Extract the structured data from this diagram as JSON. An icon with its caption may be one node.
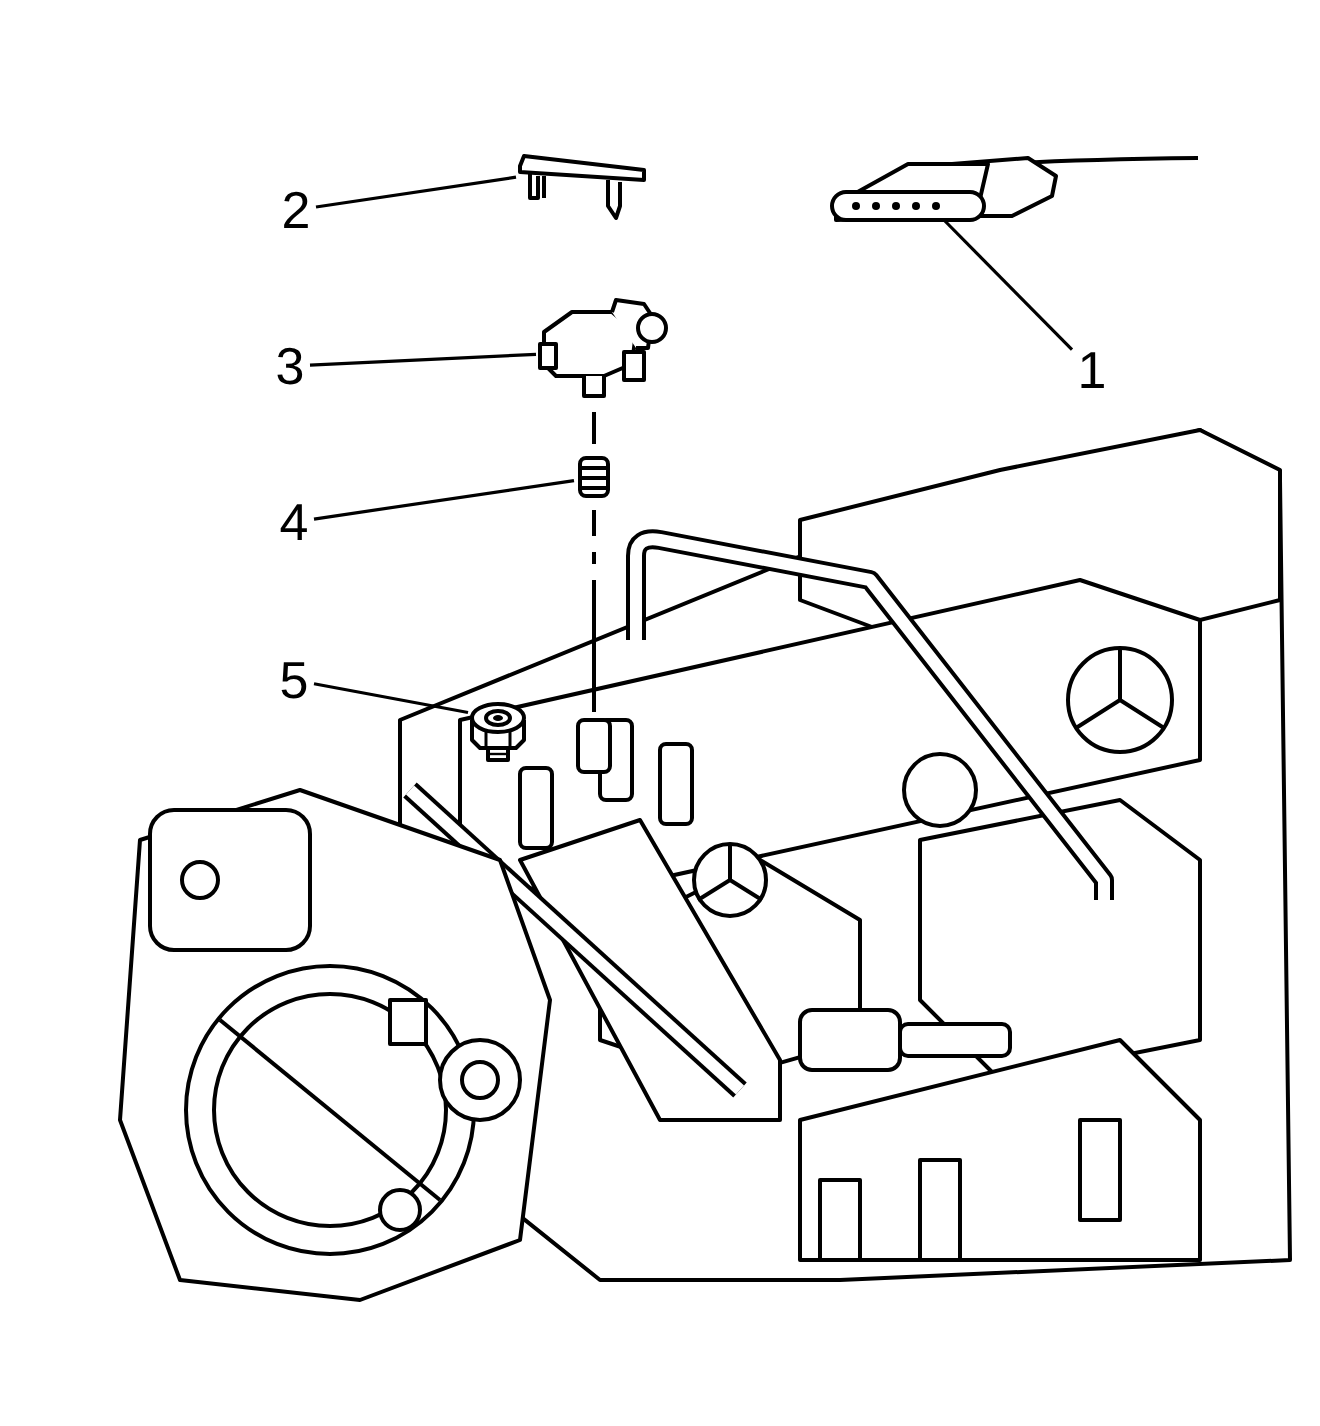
{
  "diagram": {
    "nodes": [
      {
        "text": [
          "2"
        ]
      },
      {
        "text": [
          "3"
        ]
      },
      {
        "text": [
          "1"
        ]
      },
      {
        "text": [
          "4"
        ]
      },
      {
        "text": [
          "5"
        ]
      },
      {
        "text": [],
        "shape": "picture"
      },
      {
        "text": [],
        "shape": "picture"
      },
      {
        "text": [],
        "shape": "picture"
      },
      {
        "text": [],
        "shape": "picture"
      },
      {
        "text": [],
        "shape": "picture"
      }
    ],
    "edges": [
      {
        "from": 0,
        "to": 6,
        "arrow": "none"
      },
      {
        "from": 1,
        "to": 7,
        "arrow": "none"
      },
      {
        "from": 2,
        "to": 5,
        "arrow": "none"
      },
      {
        "from": 3,
        "to": 8,
        "arrow": "none"
      },
      {
        "from": 4,
        "to": 9,
        "arrow": "none"
      }
    ]
  }
}
